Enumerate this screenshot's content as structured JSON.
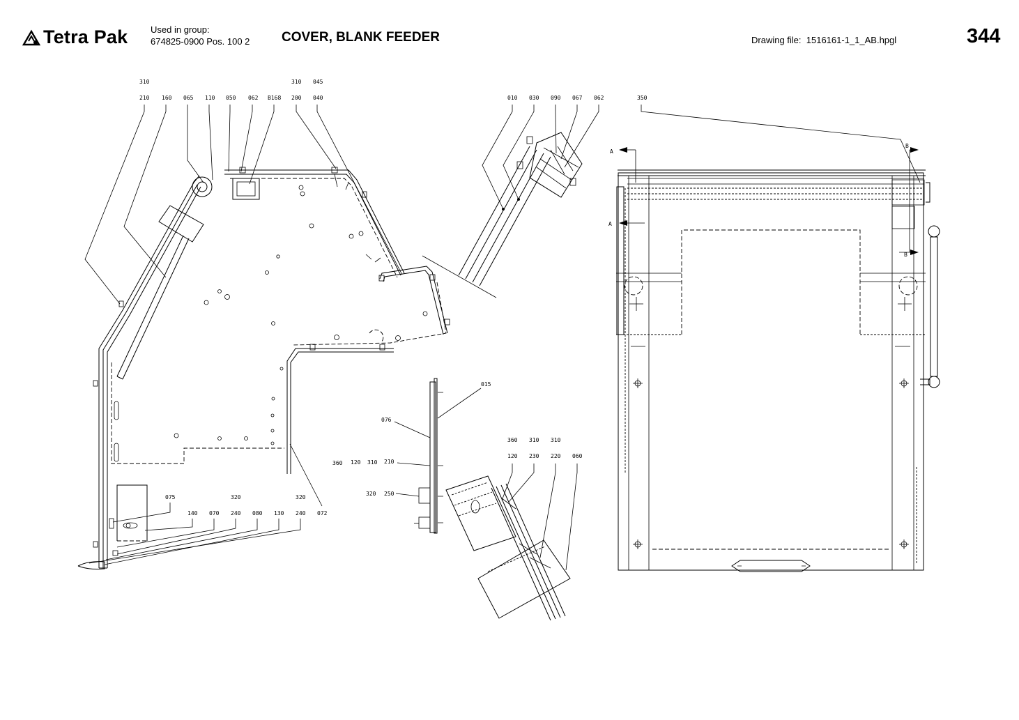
{
  "header": {
    "brand": "Tetra Pak",
    "logo_icon": "tetra-pak-triangle-logo",
    "group_label_line1": "Used in group:",
    "group_label_line2": "674825-0900 Pos. 100 2",
    "title": "COVER, BLANK FEEDER",
    "drawing_file_label": "Drawing file:",
    "drawing_file_name": "1516161-1_1_AB.hpgl",
    "page_number": "344"
  },
  "part_numbers": {
    "p310a": "310",
    "p310b": "310",
    "p045": "045",
    "p210": "210",
    "p160": "160",
    "p065": "065",
    "p110": "110",
    "p050": "050",
    "p062a": "062",
    "pB168": "B168",
    "p200": "200",
    "p040": "040",
    "p010": "010",
    "p030": "030",
    "p090": "090",
    "p067": "067",
    "p062b": "062",
    "p350": "350",
    "p015": "015",
    "p076": "076",
    "p360a": "360",
    "p120a": "120",
    "p310c": "310",
    "p210b": "210",
    "p320a": "320",
    "p250": "250",
    "p360b": "360",
    "p310d": "310",
    "p310e": "310",
    "p120b": "120",
    "p230": "230",
    "p220": "220",
    "p060": "060",
    "p075": "075",
    "p320b": "320",
    "p320c": "320",
    "p140": "140",
    "p070": "070",
    "p240a": "240",
    "p080": "080",
    "p130": "130",
    "p240b": "240",
    "p072": "072"
  },
  "section_marks": {
    "a_top": "A",
    "a_bottom": "A",
    "b_top": "B",
    "b_bottom": "B"
  }
}
